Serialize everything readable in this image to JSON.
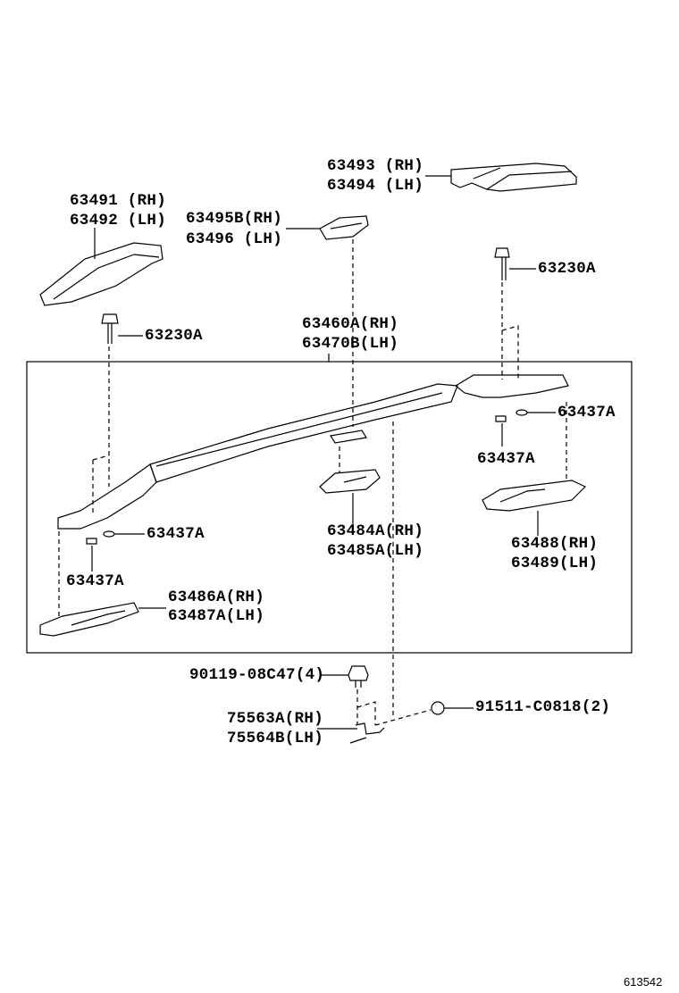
{
  "figure_number": "613542",
  "callouts": {
    "side_cover_rear": [
      "63493 (RH)",
      "63494 (LH)"
    ],
    "side_cover_front": [
      "63491 (RH)",
      "63492 (LH)"
    ],
    "center_cover": [
      "63495B(RH)",
      "63496 (LH)"
    ],
    "bolt_rear": "63230A",
    "bolt_front": "63230A",
    "rail_assembly": [
      "63460A(RH)",
      "63470B(LH)"
    ],
    "washer_rear_a": "63437A",
    "washer_rear_b": "63437A",
    "washer_front_a": "63437A",
    "washer_front_b": "63437A",
    "center_pad": [
      "63484A(RH)",
      "63485A(LH)"
    ],
    "rear_pad": [
      "63488(RH)",
      "63489(LH)"
    ],
    "front_pad": [
      "63486A(RH)",
      "63487A(LH)"
    ],
    "bolt_bottom": "90119-08C47(4)",
    "clip_bottom": "91511-C0818(2)",
    "bracket": [
      "75563A(RH)",
      "75564B(LH)"
    ]
  }
}
